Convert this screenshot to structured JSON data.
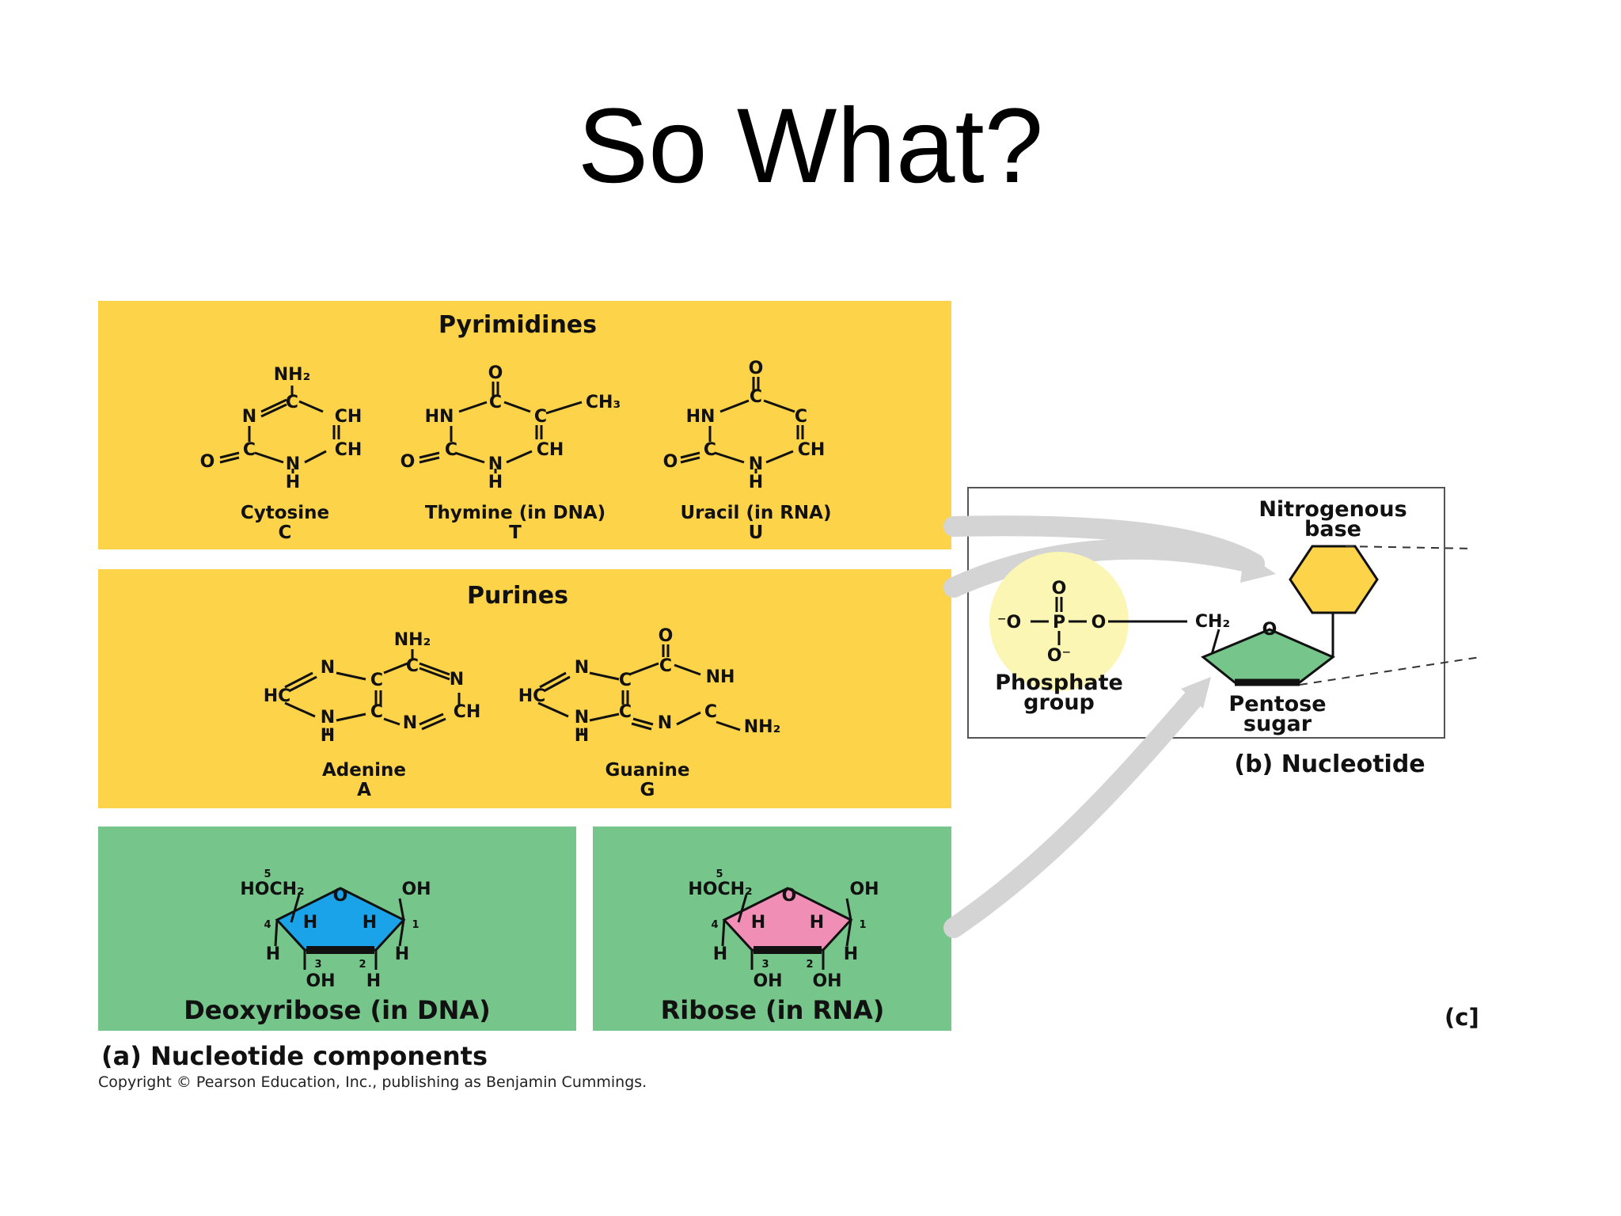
{
  "slide": {
    "title": "So What?"
  },
  "pyrimidines": {
    "heading": "Pyrimidines",
    "bases": [
      {
        "name": "Cytosine",
        "letter": "C"
      },
      {
        "name": "Thymine (in DNA)",
        "letter": "T"
      },
      {
        "name": "Uracil (in RNA)",
        "letter": "U"
      }
    ]
  },
  "purines": {
    "heading": "Purines",
    "bases": [
      {
        "name": "Adenine",
        "letter": "A"
      },
      {
        "name": "Guanine",
        "letter": "G"
      }
    ]
  },
  "sugars": [
    {
      "label": "Deoxyribose (in DNA)",
      "color": "#1aa3e8"
    },
    {
      "label": "Ribose (in RNA)",
      "color": "#f08eb5"
    }
  ],
  "atoms": {
    "nh2": "NH₂",
    "ch": "CH",
    "ch3": "CH₃",
    "hn": "HN",
    "nh": "NH",
    "n": "N",
    "c": "C",
    "o": "O",
    "h": "H",
    "hc": "HC",
    "oh": "OH",
    "hoch2": "HOCH₂",
    "ch2": "CH₂",
    "o_minus": "O⁻",
    "minus_o": "⁻O",
    "p": "P",
    "pos5": "5",
    "pos4": "4",
    "pos3": "3",
    "pos2": "2",
    "pos1": "1"
  },
  "nucleotide": {
    "nitrogenous_base_line1": "Nitrogenous",
    "nitrogenous_base_line2": "base",
    "phosphate_line1": "Phosphate",
    "phosphate_line2": "group",
    "pentose_line1": "Pentose",
    "pentose_line2": "sugar",
    "caption": "(b) Nucleotide",
    "base_color": "#fdd349",
    "sugar_color": "#76c58a",
    "phosphate_color": "#fcf6b4"
  },
  "captions": {
    "components": "(a) Nucleotide components",
    "c_label": "(c]",
    "copyright": "Copyright © Pearson Education, Inc., publishing as Benjamin Cummings."
  }
}
